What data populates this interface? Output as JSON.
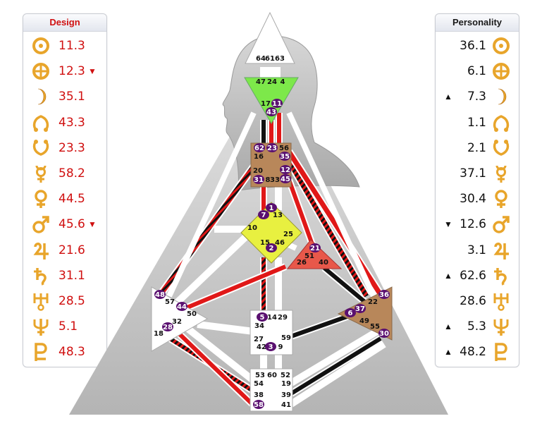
{
  "design": {
    "title": "Design",
    "color": "#d01010",
    "rows": [
      {
        "icon": "sun-icon",
        "value": "11.3",
        "arrow": ""
      },
      {
        "icon": "earth-icon",
        "value": "12.3",
        "arrow": "▼"
      },
      {
        "icon": "moon-icon",
        "value": "35.1",
        "arrow": ""
      },
      {
        "icon": "north-node-icon",
        "value": "43.3",
        "arrow": ""
      },
      {
        "icon": "south-node-icon",
        "value": "23.3",
        "arrow": ""
      },
      {
        "icon": "mercury-icon",
        "value": "58.2",
        "arrow": ""
      },
      {
        "icon": "venus-icon",
        "value": "44.5",
        "arrow": ""
      },
      {
        "icon": "mars-icon",
        "value": "45.6",
        "arrow": "▼"
      },
      {
        "icon": "jupiter-icon",
        "value": "21.6",
        "arrow": ""
      },
      {
        "icon": "saturn-icon",
        "value": "31.1",
        "arrow": ""
      },
      {
        "icon": "uranus-icon",
        "value": "28.5",
        "arrow": ""
      },
      {
        "icon": "neptune-icon",
        "value": "5.1",
        "arrow": ""
      },
      {
        "icon": "pluto-icon",
        "value": "48.3",
        "arrow": ""
      }
    ]
  },
  "personality": {
    "title": "Personality",
    "color": "#111111",
    "rows": [
      {
        "icon": "sun-icon",
        "value": "36.1",
        "arrow": ""
      },
      {
        "icon": "earth-icon",
        "value": "6.1",
        "arrow": ""
      },
      {
        "icon": "moon-icon",
        "value": "7.3",
        "arrow": "▲"
      },
      {
        "icon": "north-node-icon",
        "value": "1.1",
        "arrow": ""
      },
      {
        "icon": "south-node-icon",
        "value": "2.1",
        "arrow": ""
      },
      {
        "icon": "mercury-icon",
        "value": "37.1",
        "arrow": ""
      },
      {
        "icon": "venus-icon",
        "value": "30.4",
        "arrow": ""
      },
      {
        "icon": "mars-icon",
        "value": "12.6",
        "arrow": "▼"
      },
      {
        "icon": "jupiter-icon",
        "value": "3.1",
        "arrow": ""
      },
      {
        "icon": "saturn-icon",
        "value": "62.6",
        "arrow": "▲"
      },
      {
        "icon": "uranus-icon",
        "value": "28.6",
        "arrow": ""
      },
      {
        "icon": "neptune-icon",
        "value": "5.3",
        "arrow": "▲"
      },
      {
        "icon": "pluto-icon",
        "value": "48.2",
        "arrow": "▲"
      }
    ]
  },
  "colors": {
    "glyph": "#e8a52b",
    "glyph_dark": "#b86f10",
    "activated": "#5a1070",
    "design_line": "#e01818",
    "personality_line": "#111111"
  },
  "centers": {
    "head": {
      "gates": [
        "64",
        "61",
        "63"
      ],
      "color": "#ffffff"
    },
    "ajna": {
      "gates": [
        "47",
        "24",
        "4",
        "17",
        "11",
        "43"
      ],
      "color": "#7de84a"
    },
    "throat": {
      "gates": [
        "62",
        "23",
        "56",
        "16",
        "35",
        "20",
        "12",
        "31",
        "8",
        "33",
        "45"
      ],
      "color": "#b8875a"
    },
    "g": {
      "gates": [
        "1",
        "7",
        "13",
        "10",
        "25",
        "15",
        "46",
        "2"
      ],
      "color": "#e8f040"
    },
    "heart": {
      "gates": [
        "21",
        "51",
        "26",
        "40"
      ],
      "color": "#e8584a"
    },
    "spleen": {
      "gates": [
        "48",
        "57",
        "44",
        "50",
        "32",
        "28",
        "18"
      ],
      "color": "#ffffff"
    },
    "sacral": {
      "gates": [
        "5",
        "14",
        "29",
        "34",
        "27",
        "59",
        "42",
        "3",
        "9"
      ],
      "color": "#ffffff"
    },
    "solar": {
      "gates": [
        "36",
        "22",
        "6",
        "37",
        "49",
        "55",
        "30"
      ],
      "color": "#b8875a"
    },
    "root": {
      "gates": [
        "53",
        "60",
        "52",
        "54",
        "19",
        "38",
        "39",
        "58",
        "41"
      ],
      "color": "#ffffff"
    }
  }
}
